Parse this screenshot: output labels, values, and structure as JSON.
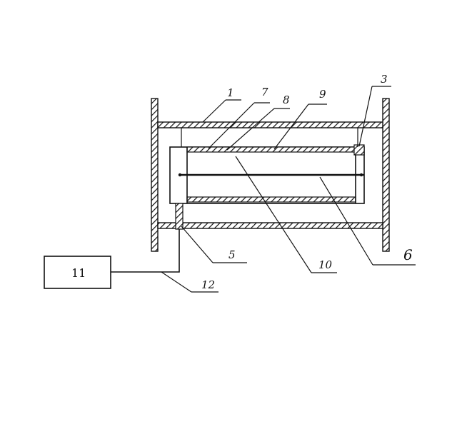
{
  "labels": {
    "l1": "1",
    "l3": "3",
    "l5": "5",
    "l6": "6",
    "l7": "7",
    "l8": "8",
    "l9": "9",
    "l10": "10",
    "l11": "11",
    "l12": "12"
  }
}
